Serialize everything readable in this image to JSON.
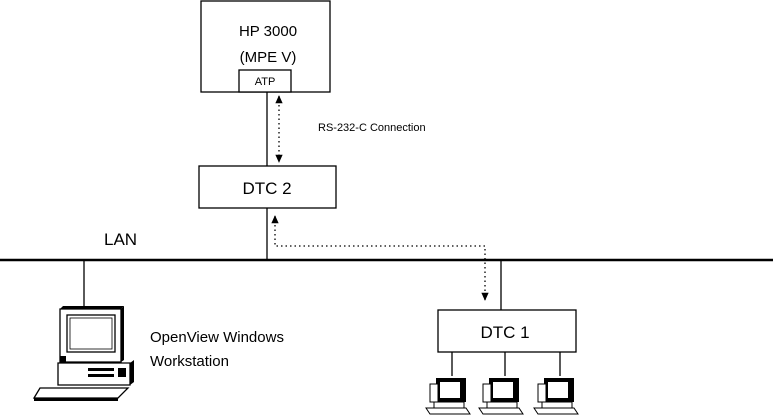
{
  "diagram": {
    "hp3000": {
      "line1": "HP 3000",
      "line2": "(MPE V)",
      "port": "ATP"
    },
    "rs232_label": "RS-232-C Connection",
    "dtc2_label": "DTC 2",
    "lan_label": "LAN",
    "workstation": {
      "line1": "OpenView Windows",
      "line2": "Workstation"
    },
    "dtc1_label": "DTC 1"
  }
}
